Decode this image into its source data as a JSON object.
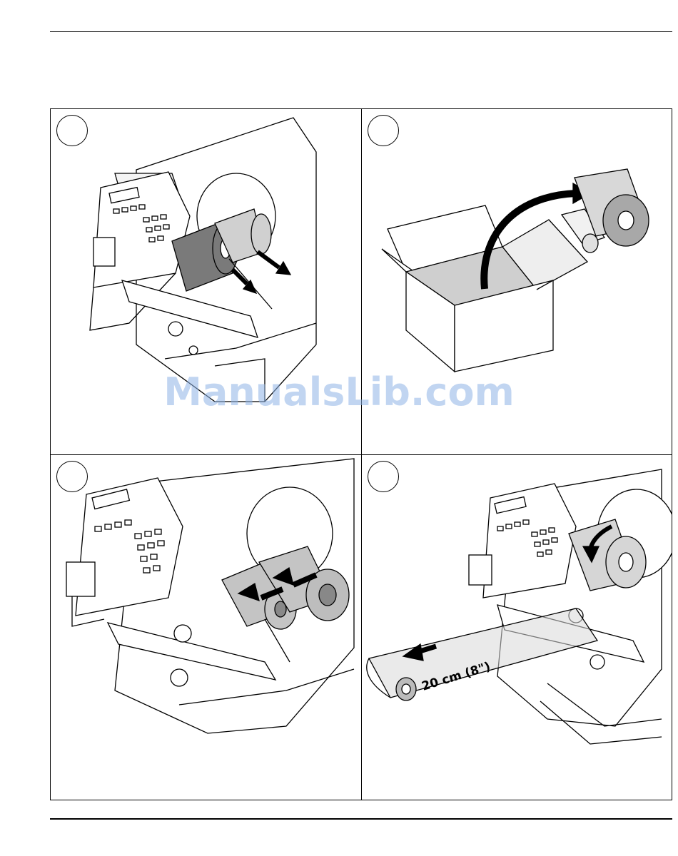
{
  "page": {
    "watermark": "ManualsLib.com"
  },
  "panels": [
    {
      "step_label": "",
      "illustration": "remove-used-ribbon-from-printer"
    },
    {
      "step_label": "",
      "illustration": "unpack-new-ribbon-roll-from-box"
    },
    {
      "step_label": "",
      "illustration": "insert-new-ribbon-rolls-onto-spindles"
    },
    {
      "step_label": "",
      "illustration": "pull-out-ribbon-leader",
      "dimension_label": "20 cm (8\")"
    }
  ],
  "colors": {
    "line": "#000000",
    "roll_dark": "#7a7a7a",
    "roll_mid": "#a8a8a8",
    "roll_light": "#d4d4d4",
    "box_inner": "#cfcfcf",
    "watermark": "#8fb4e6"
  }
}
